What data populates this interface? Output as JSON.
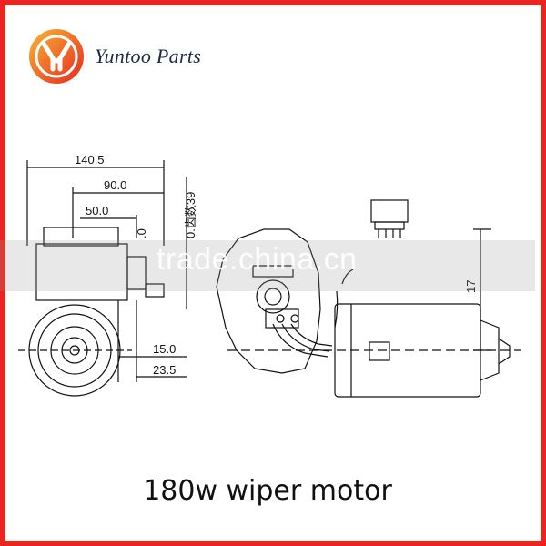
{
  "brand": {
    "name": "Yuntoo Parts",
    "accent_color": "#e8261f",
    "logo_gradient": [
      "#f7b733",
      "#e8261f"
    ],
    "logo_icon": "yuntoo-logo-icon"
  },
  "drawing": {
    "dimensions": {
      "overall_width": "140.5",
      "mid_width": "90.0",
      "inner_width": "50.0",
      "partial": ".0",
      "gear_teeth_label": "0.齿数39",
      "offset_15": "15.0",
      "offset_23": "23.5",
      "height_right": "17"
    }
  },
  "watermark": {
    "text": "trade.china.cn"
  },
  "caption": "180w wiper motor"
}
